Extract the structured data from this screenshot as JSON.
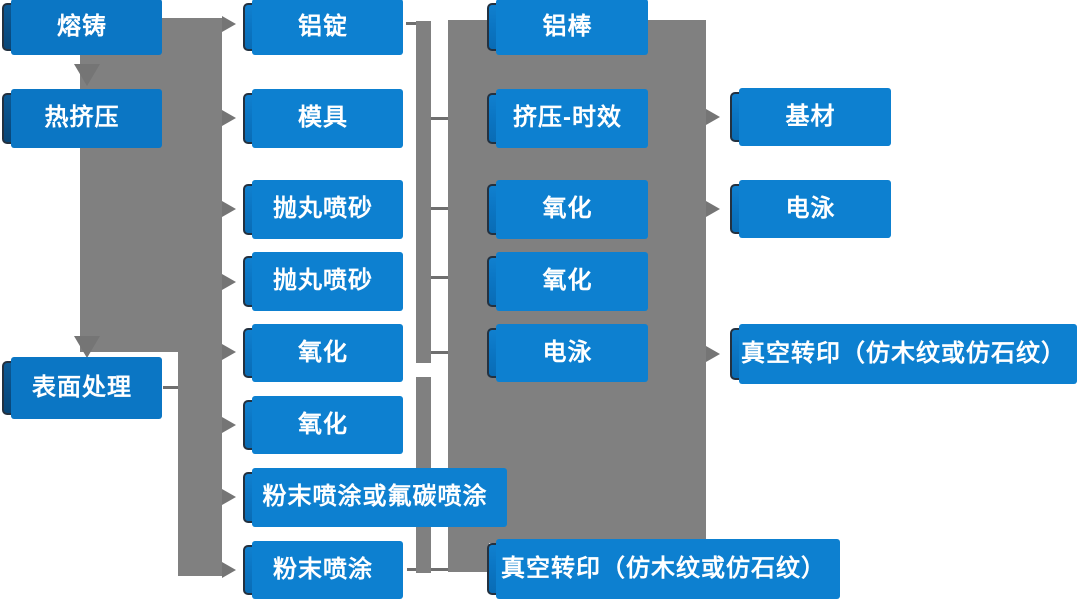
{
  "diagram": {
    "description": "Aluminium profile production process flowchart",
    "nodes": [
      {
        "id": "melting-casting",
        "label": "熔铸",
        "variant": "dark"
      },
      {
        "id": "hot-extrusion",
        "label": "热挤压",
        "variant": "dark"
      },
      {
        "id": "surface-treatment",
        "label": "表面处理",
        "variant": "dark"
      },
      {
        "id": "aluminum-ingot",
        "label": "铝锭",
        "variant": "blue"
      },
      {
        "id": "mold",
        "label": "模具",
        "variant": "blue"
      },
      {
        "id": "shot-blasting-1",
        "label": "抛丸喷砂",
        "variant": "blue"
      },
      {
        "id": "shot-blasting-2",
        "label": "抛丸喷砂",
        "variant": "blue"
      },
      {
        "id": "oxidation-1",
        "label": "氧化",
        "variant": "blue"
      },
      {
        "id": "oxidation-2",
        "label": "氧化",
        "variant": "blue"
      },
      {
        "id": "powder-or-fluorocarbon-coating",
        "label": "粉末喷涂或氟碳喷涂",
        "variant": "blue"
      },
      {
        "id": "powder-coating",
        "label": "粉末喷涂",
        "variant": "blue"
      },
      {
        "id": "aluminum-rod",
        "label": "铝棒",
        "variant": "blue"
      },
      {
        "id": "extrusion-aging",
        "label": "挤压-时效",
        "variant": "blue"
      },
      {
        "id": "oxidation-3",
        "label": "氧化",
        "variant": "blue"
      },
      {
        "id": "oxidation-4",
        "label": "氧化",
        "variant": "blue"
      },
      {
        "id": "electrophoresis-1",
        "label": "电泳",
        "variant": "blue"
      },
      {
        "id": "vacuum-transfer-print-bottom",
        "label": "真空转印（仿木纹或仿石纹）",
        "variant": "blue"
      },
      {
        "id": "base-material",
        "label": "基材",
        "variant": "blue"
      },
      {
        "id": "electrophoresis-2",
        "label": "电泳",
        "variant": "blue"
      },
      {
        "id": "vacuum-transfer-print-right",
        "label": "真空转印（仿木纹或仿石纹）",
        "variant": "blue"
      }
    ]
  },
  "colors": {
    "box_blue": "#0b76c4",
    "box_dark_blue": "#094f87",
    "box_border": "#233140",
    "box_sliver_blue": "#0d80d0",
    "connector_gray": "#808080",
    "tick_gray": "#6f6f6f",
    "arrow_gray": "#757575",
    "text": "#ffffff"
  }
}
